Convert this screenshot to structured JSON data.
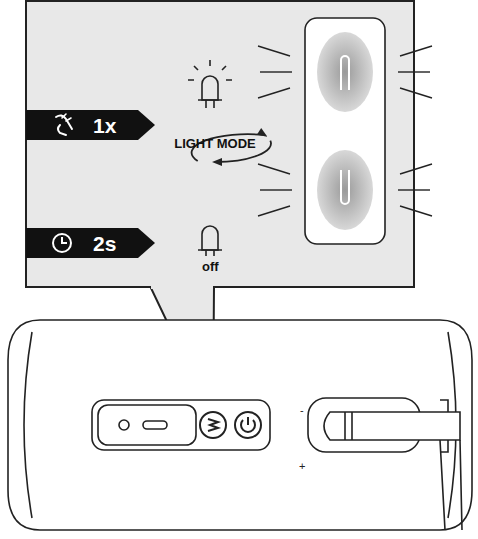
{
  "diagram": {
    "nodes": [
      {
        "text": [
          "LIGHT MODE"
        ]
      }
    ],
    "labels": [
      "1x",
      "2s",
      "off",
      "-",
      "+"
    ]
  }
}
